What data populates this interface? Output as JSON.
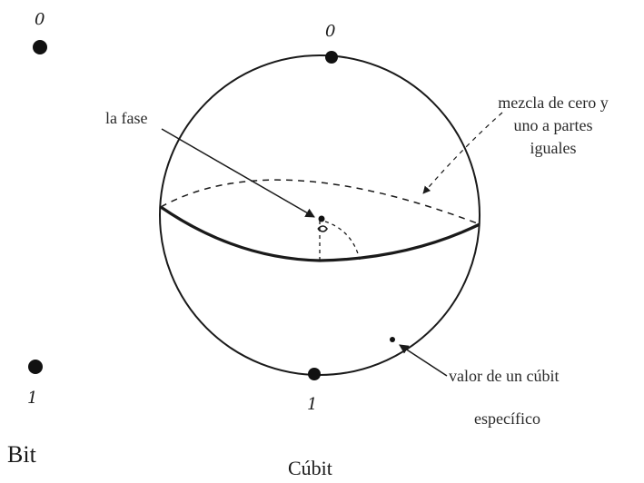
{
  "bit": {
    "label_zero": "0",
    "label_one": "1",
    "title": "Bit"
  },
  "qubit": {
    "label_zero": "0",
    "label_one": "1",
    "title": "Cúbit"
  },
  "annotations": {
    "phase": "la fase",
    "equal_mix_line1": "mezcla de cero y",
    "equal_mix_line2": "uno a partes",
    "equal_mix_line3": "iguales",
    "specific_value_line1": "valor de un cúbit",
    "specific_value_line2": "específico"
  }
}
